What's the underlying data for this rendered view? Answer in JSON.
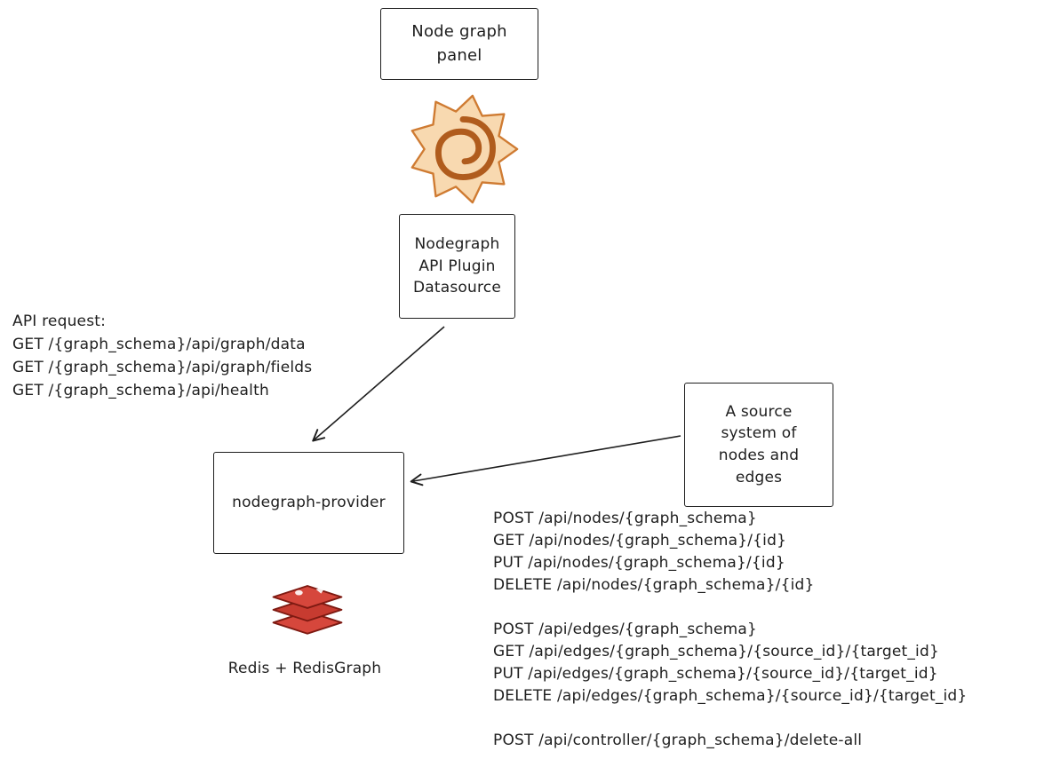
{
  "diagram": {
    "boxes": {
      "node_graph_panel": "Node graph\npanel",
      "nodegraph_api_plugin": "Nodegraph\nAPI Plugin\nDatasource",
      "nodegraph_provider": "nodegraph-provider",
      "source_system": "A source\nsystem of\nnodes and\nedges"
    },
    "captions": {
      "redis": "Redis + RedisGraph"
    },
    "api_request": {
      "title": "API request:",
      "lines": [
        "GET /{graph_schema}/api/graph/data",
        "GET /{graph_schema}/api/graph/fields",
        "GET /{graph_schema}/api/health"
      ]
    },
    "endpoints": {
      "nodes_group": [
        "POST /api/nodes/{graph_schema}",
        "GET /api/nodes/{graph_schema}/{id}",
        "PUT /api/nodes/{graph_schema}/{id}",
        "DELETE /api/nodes/{graph_schema}/{id}"
      ],
      "edges_group": [
        "POST /api/edges/{graph_schema}",
        "GET /api/edges/{graph_schema}/{source_id}/{target_id}",
        "PUT /api/edges/{graph_schema}/{source_id}/{target_id}",
        "DELETE /api/edges/{graph_schema}/{source_id}/{target_id}"
      ],
      "controller_group": [
        "POST /api/controller/{graph_schema}/delete-all"
      ]
    },
    "icons": {
      "grafana": "grafana-logo",
      "redis": "redis-logo"
    },
    "colors": {
      "stroke": "#1e1e1e",
      "grafana_fill": "#f8d9b0",
      "grafana_stroke": "#cf7b32",
      "grafana_spiral": "#b05c1d",
      "redis_fill": "#d6473c",
      "redis_stroke": "#7e1a12"
    }
  }
}
